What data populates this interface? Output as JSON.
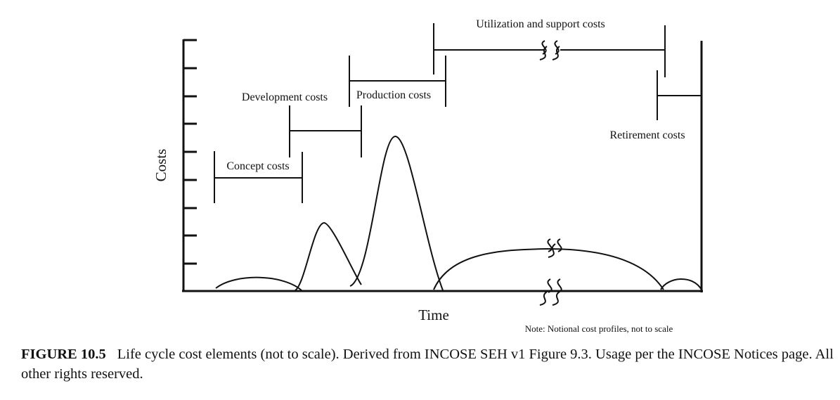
{
  "diagram": {
    "y_axis_label": "Costs",
    "x_axis_label": "Time",
    "note": "Note: Notional cost profiles, not to scale",
    "phases": [
      {
        "id": "concept",
        "label": "Concept costs"
      },
      {
        "id": "development",
        "label": "Development costs"
      },
      {
        "id": "production",
        "label": "Production costs"
      },
      {
        "id": "utilization",
        "label": "Utilization and support costs"
      },
      {
        "id": "retirement",
        "label": "Retirement costs"
      }
    ]
  },
  "caption": {
    "figure_label": "FIGURE 10.5",
    "text": "Life cycle cost elements (not to scale). Derived from INCOSE SEH v1 Figure 9.3. Usage per the INCOSE Notices page. All other rights reserved."
  }
}
